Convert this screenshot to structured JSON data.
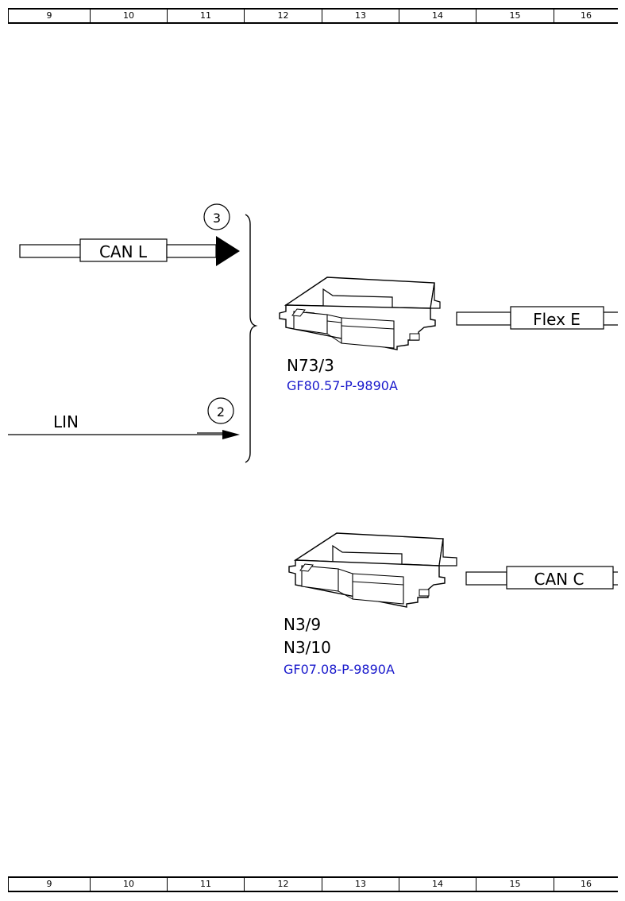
{
  "ruler": {
    "columns": [
      "9",
      "10",
      "11",
      "12",
      "13",
      "14",
      "15",
      "16"
    ]
  },
  "signals": {
    "can_l": {
      "label": "CAN L",
      "number": "3"
    },
    "lin": {
      "label": "LIN",
      "number": "2"
    }
  },
  "components": {
    "module_top": {
      "id": "N73/3",
      "ref": "GF80.57-P-9890A",
      "bus_label": "Flex E"
    },
    "module_bottom": {
      "id_1": "N3/9",
      "id_2": "N3/10",
      "ref": "GF07.08-P-9890A",
      "bus_label": "CAN C"
    }
  }
}
